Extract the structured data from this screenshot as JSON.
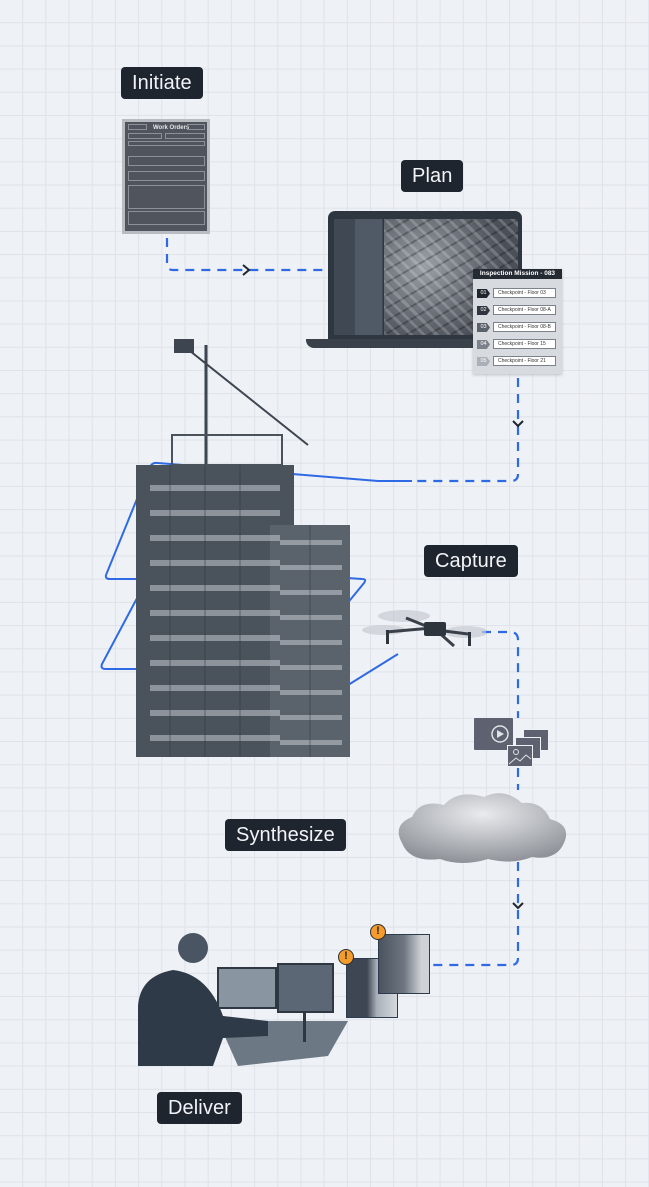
{
  "stages": {
    "initiate": "Initiate",
    "plan": "Plan",
    "capture": "Capture",
    "synthesize": "Synthesize",
    "deliver": "Deliver"
  },
  "work_order": {
    "title": "Work Orders"
  },
  "mission": {
    "title": "Inspection Mission - 083",
    "checkpoints": [
      {
        "num": "01",
        "label": "Checkpoint - Floor 03",
        "color": "#1f252e"
      },
      {
        "num": "02",
        "label": "Checkpoint - Floor 08-A",
        "color": "#2f3640"
      },
      {
        "num": "03",
        "label": "Checkpoint - Floor 08-B",
        "color": "#5a616b"
      },
      {
        "num": "04",
        "label": "Checkpoint - Floor 15",
        "color": "#7b828b"
      },
      {
        "num": "05",
        "label": "Checkpoint - Floor 21",
        "color": "#aab0b7"
      }
    ]
  },
  "alerts": {
    "symbol": "!"
  },
  "colors": {
    "background": "#eef1f5",
    "grid": "#dfe3e9",
    "label_bg": "#1f252e",
    "connector": "#2f6ae6",
    "alert": "#f49b2a"
  }
}
